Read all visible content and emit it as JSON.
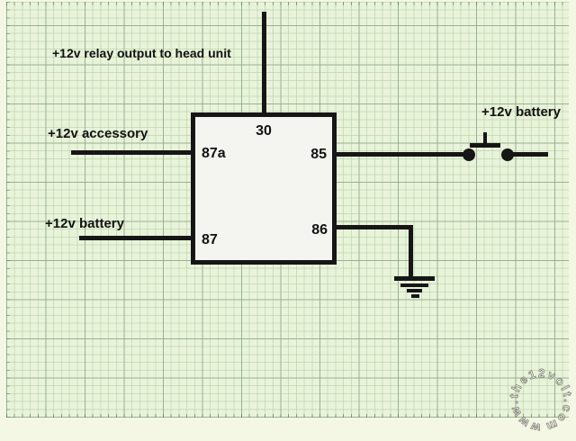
{
  "diagram": {
    "labels": {
      "relay_output": "+12v relay output to head unit",
      "accessory": "+12v accessory",
      "battery_left": "+12v battery",
      "battery_right": "+12v battery"
    },
    "relay": {
      "pins": {
        "p30": "30",
        "p87a": "87a",
        "p85": "85",
        "p87": "87",
        "p86": "86"
      }
    },
    "watermark": "www.the12volt.com",
    "colors": {
      "paper": "#e9f3da",
      "paper_margin": "#f3f7e4",
      "grid_minor": "#b0cda0",
      "grid_major": "#8faa89",
      "ink": "#161616",
      "relay_fill": "#f4f5f0"
    }
  }
}
